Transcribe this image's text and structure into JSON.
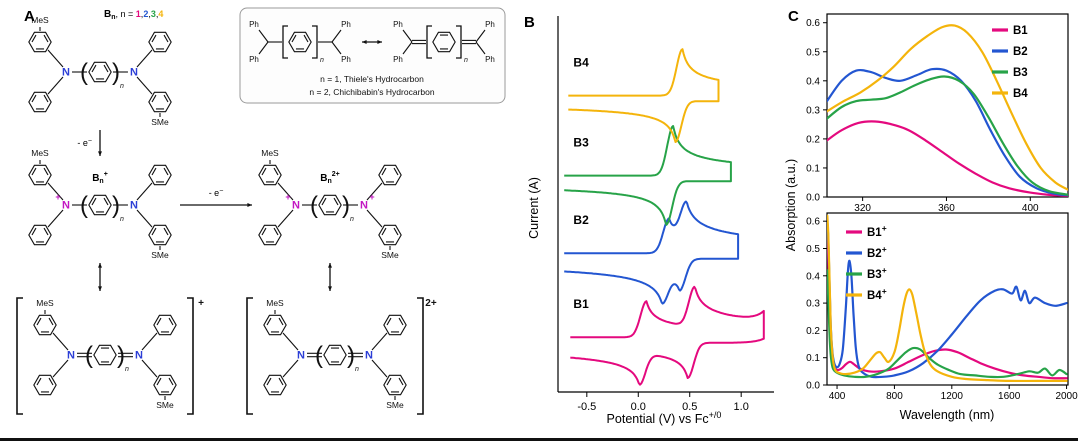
{
  "colors": {
    "series": {
      "B1": "#e4097e",
      "B2": "#2356d1",
      "B3": "#27a348",
      "B4": "#f4b40b"
    },
    "n_neutral": "#2b3ed6",
    "n_cation": "#c216c2",
    "frame": "#000000"
  },
  "panelA": {
    "label": "A",
    "labels": {
      "n_atom": "N",
      "sme": "SMe",
      "mes": "MeS",
      "ph": "Ph",
      "paren_open": "(",
      "paren_close": ")",
      "sub_n": "n",
      "plus": "+",
      "bn_base": "B",
      "bn_sub": "n",
      "bn_series_prefix": ", n = ",
      "bn_numbers": [
        "1",
        "2",
        "3",
        "4"
      ],
      "bn_number_colors": [
        "#e4097e",
        "#2356d1",
        "#27a348",
        "#f4b40b"
      ],
      "minus_e": "- e",
      "minus_e_sup": "−",
      "cation1_sup": "+",
      "cation2_sup": "2+",
      "bracket1_sup": "+",
      "bracket2_sup": "2+"
    },
    "inset": {
      "caption1": "n = 1, Thiele's Hydrocarbon",
      "caption2": "n = 2, Chichibabin's Hydrocarbon"
    }
  },
  "panelB": {
    "label": "B",
    "ylabel": "Current (A)",
    "xlabel_main": "Potential (V) vs Fc",
    "xlabel_sup": "+/0"
  },
  "panelC": {
    "label": "C",
    "ylabel": "Absorption (a.u.)",
    "xlabel": "Wavelength (nm)"
  },
  "chart_data": [
    {
      "id": "cv",
      "type": "line",
      "subtype": "cyclic_voltammogram",
      "title": "",
      "xlabel": "Potential (V) vs Fc+/0",
      "ylabel": "Current (A)",
      "xlim": [
        -0.78,
        1.28
      ],
      "ylim": [
        -0.65,
        3.95
      ],
      "xticks": [
        -0.5,
        0.0,
        0.5,
        1.0
      ],
      "xtick_labels": [
        "-0.5",
        "0.0",
        "0.5",
        "1.0"
      ],
      "series_label_x": -0.63,
      "series_label_dy": 0.4,
      "series": [
        {
          "name": "B1",
          "color": "#e4097e",
          "baseline": 0.0,
          "xstart": -0.66,
          "xend": 1.22,
          "edge_rise": 0.35,
          "peaks": [
            {
              "e0": 0.08,
              "h": 0.45
            },
            {
              "e0": 0.55,
              "h": 0.5
            }
          ]
        },
        {
          "name": "B2",
          "color": "#2356d1",
          "baseline": 1.05,
          "xstart": -0.72,
          "xend": 0.97,
          "peaks": [
            {
              "e0": 0.3,
              "h": 0.43
            },
            {
              "e0": 0.47,
              "h": 0.45
            }
          ]
        },
        {
          "name": "B3",
          "color": "#27a348",
          "baseline": 2.02,
          "xstart": -0.72,
          "xend": 0.9,
          "peaks": [
            {
              "e0": 0.34,
              "h": 0.62
            }
          ]
        },
        {
          "name": "B4",
          "color": "#f4b40b",
          "baseline": 3.02,
          "xstart": -0.68,
          "xend": 0.78,
          "peaks": [
            {
              "e0": 0.43,
              "h": 0.58
            }
          ]
        }
      ]
    },
    {
      "id": "abs_neutral",
      "type": "line",
      "title": "",
      "xlabel": "",
      "ylabel": "Absorption (a.u.)",
      "xlim": [
        303,
        418
      ],
      "ylim": [
        0,
        0.63
      ],
      "xticks": [
        320,
        360,
        400
      ],
      "xtick_labels": [
        "320",
        "360",
        "400"
      ],
      "yticks": [
        0,
        0.1,
        0.2,
        0.3,
        0.4,
        0.5,
        0.6
      ],
      "ytick_labels": [
        "0.0",
        "0.1",
        "0.2",
        "0.3",
        "0.4",
        "0.5",
        "0.6"
      ],
      "legend_position": "top-right",
      "series": [
        {
          "name": "B1",
          "color": "#e4097e",
          "points": [
            [
              303,
              0.195
            ],
            [
              310,
              0.23
            ],
            [
              318,
              0.255
            ],
            [
              326,
              0.26
            ],
            [
              334,
              0.25
            ],
            [
              342,
              0.23
            ],
            [
              350,
              0.195
            ],
            [
              358,
              0.155
            ],
            [
              366,
              0.115
            ],
            [
              374,
              0.08
            ],
            [
              382,
              0.05
            ],
            [
              390,
              0.03
            ],
            [
              400,
              0.015
            ],
            [
              410,
              0.007
            ],
            [
              418,
              0.004
            ]
          ]
        },
        {
          "name": "B2",
          "color": "#2356d1",
          "points": [
            [
              303,
              0.33
            ],
            [
              310,
              0.4
            ],
            [
              317,
              0.435
            ],
            [
              324,
              0.43
            ],
            [
              331,
              0.41
            ],
            [
              338,
              0.4
            ],
            [
              346,
              0.42
            ],
            [
              353,
              0.44
            ],
            [
              360,
              0.435
            ],
            [
              367,
              0.4
            ],
            [
              374,
              0.33
            ],
            [
              381,
              0.23
            ],
            [
              388,
              0.14
            ],
            [
              395,
              0.07
            ],
            [
              403,
              0.03
            ],
            [
              411,
              0.012
            ],
            [
              418,
              0.006
            ]
          ]
        },
        {
          "name": "B3",
          "color": "#27a348",
          "points": [
            [
              303,
              0.27
            ],
            [
              310,
              0.31
            ],
            [
              317,
              0.33
            ],
            [
              324,
              0.335
            ],
            [
              331,
              0.34
            ],
            [
              338,
              0.36
            ],
            [
              345,
              0.385
            ],
            [
              352,
              0.405
            ],
            [
              359,
              0.415
            ],
            [
              366,
              0.4
            ],
            [
              373,
              0.355
            ],
            [
              380,
              0.275
            ],
            [
              387,
              0.185
            ],
            [
              394,
              0.105
            ],
            [
              401,
              0.05
            ],
            [
              409,
              0.02
            ],
            [
              418,
              0.008
            ]
          ]
        },
        {
          "name": "B4",
          "color": "#f4b40b",
          "points": [
            [
              303,
              0.295
            ],
            [
              311,
              0.33
            ],
            [
              319,
              0.36
            ],
            [
              327,
              0.4
            ],
            [
              335,
              0.45
            ],
            [
              343,
              0.51
            ],
            [
              351,
              0.555
            ],
            [
              358,
              0.585
            ],
            [
              364,
              0.59
            ],
            [
              370,
              0.565
            ],
            [
              377,
              0.5
            ],
            [
              384,
              0.4
            ],
            [
              391,
              0.29
            ],
            [
              398,
              0.185
            ],
            [
              405,
              0.1
            ],
            [
              412,
              0.05
            ],
            [
              418,
              0.025
            ]
          ]
        }
      ]
    },
    {
      "id": "abs_cation",
      "type": "line",
      "title": "",
      "xlabel": "Wavelength (nm)",
      "ylabel": "Absorption (a.u.)",
      "xlim": [
        330,
        2010
      ],
      "ylim": [
        0,
        0.63
      ],
      "xticks": [
        400,
        800,
        1200,
        1600,
        2000
      ],
      "xtick_labels": [
        "400",
        "800",
        "1200",
        "1600",
        "2000"
      ],
      "yticks": [
        0,
        0.1,
        0.2,
        0.3,
        0.4,
        0.5,
        0.6
      ],
      "ytick_labels": [
        "0.0",
        "0.1",
        "0.2",
        "0.3",
        "0.4",
        "0.5",
        "0.6"
      ],
      "legend_position": "top-left",
      "series": [
        {
          "name": "B1",
          "sup": "+",
          "color": "#e4097e",
          "points": [
            [
              332,
              0.58
            ],
            [
              340,
              0.44
            ],
            [
              348,
              0.28
            ],
            [
              356,
              0.16
            ],
            [
              366,
              0.1
            ],
            [
              380,
              0.07
            ],
            [
              400,
              0.055
            ],
            [
              430,
              0.06
            ],
            [
              460,
              0.075
            ],
            [
              490,
              0.085
            ],
            [
              520,
              0.075
            ],
            [
              560,
              0.06
            ],
            [
              620,
              0.05
            ],
            [
              700,
              0.05
            ],
            [
              800,
              0.06
            ],
            [
              900,
              0.085
            ],
            [
              1000,
              0.11
            ],
            [
              1080,
              0.125
            ],
            [
              1160,
              0.13
            ],
            [
              1240,
              0.12
            ],
            [
              1320,
              0.1
            ],
            [
              1400,
              0.08
            ],
            [
              1500,
              0.06
            ],
            [
              1600,
              0.045
            ],
            [
              1700,
              0.035
            ],
            [
              1800,
              0.03
            ],
            [
              1900,
              0.025
            ],
            [
              2000,
              0.025
            ]
          ]
        },
        {
          "name": "B2",
          "sup": "+",
          "color": "#2356d1",
          "points": [
            [
              332,
              0.6
            ],
            [
              340,
              0.52
            ],
            [
              348,
              0.36
            ],
            [
              356,
              0.22
            ],
            [
              366,
              0.13
            ],
            [
              380,
              0.08
            ],
            [
              400,
              0.065
            ],
            [
              420,
              0.08
            ],
            [
              440,
              0.13
            ],
            [
              460,
              0.27
            ],
            [
              475,
              0.41
            ],
            [
              487,
              0.455
            ],
            [
              500,
              0.4
            ],
            [
              515,
              0.26
            ],
            [
              530,
              0.14
            ],
            [
              550,
              0.07
            ],
            [
              580,
              0.045
            ],
            [
              640,
              0.03
            ],
            [
              720,
              0.03
            ],
            [
              800,
              0.035
            ],
            [
              900,
              0.05
            ],
            [
              1000,
              0.08
            ],
            [
              1100,
              0.125
            ],
            [
              1200,
              0.185
            ],
            [
              1300,
              0.25
            ],
            [
              1400,
              0.31
            ],
            [
              1500,
              0.345
            ],
            [
              1560,
              0.35
            ],
            [
              1620,
              0.335
            ],
            [
              1650,
              0.36
            ],
            [
              1680,
              0.31
            ],
            [
              1710,
              0.345
            ],
            [
              1740,
              0.3
            ],
            [
              1780,
              0.32
            ],
            [
              1850,
              0.3
            ],
            [
              1920,
              0.29
            ],
            [
              2000,
              0.3
            ]
          ]
        },
        {
          "name": "B3",
          "sup": "+",
          "color": "#27a348",
          "points": [
            [
              332,
              0.42
            ],
            [
              340,
              0.3
            ],
            [
              348,
              0.18
            ],
            [
              358,
              0.1
            ],
            [
              372,
              0.06
            ],
            [
              400,
              0.045
            ],
            [
              450,
              0.035
            ],
            [
              520,
              0.03
            ],
            [
              600,
              0.03
            ],
            [
              680,
              0.04
            ],
            [
              760,
              0.06
            ],
            [
              820,
              0.09
            ],
            [
              880,
              0.12
            ],
            [
              930,
              0.135
            ],
            [
              980,
              0.13
            ],
            [
              1040,
              0.1
            ],
            [
              1100,
              0.075
            ],
            [
              1180,
              0.055
            ],
            [
              1260,
              0.04
            ],
            [
              1360,
              0.035
            ],
            [
              1460,
              0.03
            ],
            [
              1560,
              0.03
            ],
            [
              1660,
              0.04
            ],
            [
              1740,
              0.05
            ],
            [
              1800,
              0.045
            ],
            [
              1850,
              0.06
            ],
            [
              1900,
              0.035
            ],
            [
              1950,
              0.055
            ],
            [
              2000,
              0.04
            ]
          ]
        },
        {
          "name": "B4",
          "sup": "+",
          "color": "#f4b40b",
          "points": [
            [
              332,
              0.62
            ],
            [
              340,
              0.54
            ],
            [
              348,
              0.38
            ],
            [
              356,
              0.22
            ],
            [
              368,
              0.11
            ],
            [
              384,
              0.06
            ],
            [
              410,
              0.045
            ],
            [
              460,
              0.04
            ],
            [
              520,
              0.045
            ],
            [
              580,
              0.06
            ],
            [
              630,
              0.09
            ],
            [
              670,
              0.115
            ],
            [
              700,
              0.12
            ],
            [
              730,
              0.1
            ],
            [
              760,
              0.085
            ],
            [
              800,
              0.12
            ],
            [
              830,
              0.19
            ],
            [
              860,
              0.28
            ],
            [
              885,
              0.335
            ],
            [
              905,
              0.35
            ],
            [
              925,
              0.33
            ],
            [
              950,
              0.27
            ],
            [
              980,
              0.19
            ],
            [
              1010,
              0.125
            ],
            [
              1050,
              0.075
            ],
            [
              1100,
              0.05
            ],
            [
              1200,
              0.03
            ],
            [
              1300,
              0.022
            ],
            [
              1450,
              0.018
            ],
            [
              1600,
              0.015
            ],
            [
              1800,
              0.015
            ],
            [
              2000,
              0.015
            ]
          ]
        }
      ]
    }
  ]
}
